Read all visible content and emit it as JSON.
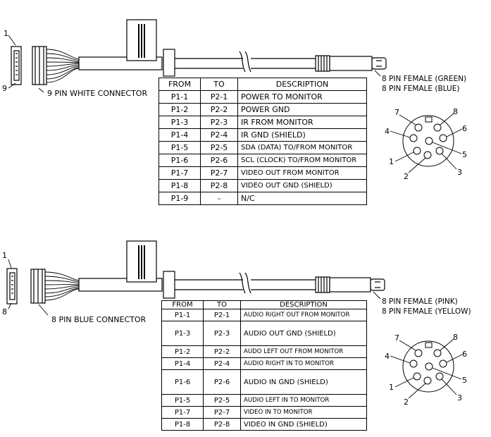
{
  "top": {
    "pin_mark_1": "1",
    "pin_mark_9": "9",
    "connector_label": "9 PIN WHITE CONNECTOR",
    "female_labels": [
      "8 PIN FEMALE (GREEN)",
      "8 PIN FEMALE (BLUE)"
    ],
    "headers": [
      "FROM",
      "TO",
      "DESCRIPTION"
    ],
    "rows": [
      [
        "P1-1",
        "P2-1",
        "POWER TO MONITOR"
      ],
      [
        "P1-2",
        "P2-2",
        "POWER GND"
      ],
      [
        "P1-3",
        "P2-3",
        "IR FROM MONITOR"
      ],
      [
        "P1-4",
        "P2-4",
        "IR GND (SHIELD)"
      ],
      [
        "P1-5",
        "P2-5",
        "SDA (DATA) TO/FROM MONITOR"
      ],
      [
        "P1-6",
        "P2-6",
        "SCL (CLOCK) TO/FROM MONITOR"
      ],
      [
        "P1-7",
        "P2-7",
        "VIDEO OUT FROM MONITOR"
      ],
      [
        "P1-8",
        "P2-8",
        "VIDEO OUT GND (SHIELD)"
      ],
      [
        "P1-9",
        "-",
        "N/C"
      ]
    ],
    "pinout_numbers": [
      "7",
      "8",
      "4",
      "6",
      "5",
      "1",
      "2",
      "3"
    ]
  },
  "bottom": {
    "pin_mark_1": "1",
    "pin_mark_8": "8",
    "connector_label": "8 PIN BLUE CONNECTOR",
    "female_labels": [
      "8 PIN FEMALE (PINK)",
      "8 PIN FEMALE (YELLOW)"
    ],
    "headers": [
      "FROM",
      "TO",
      "DESCRIPTION"
    ],
    "rows": [
      [
        "P1-1",
        "P2-1",
        "AUDIO RIGHT OUT FROM MONITOR"
      ],
      [
        "P1-3",
        "P2-3",
        "AUDIO OUT GND (SHIELD)"
      ],
      [
        "P1-2",
        "P2-2",
        "AUDO LEFT OUT FROM MONITOR"
      ],
      [
        "P1-4",
        "P2-4",
        "AUDIO RIGHT IN TO MONITOR"
      ],
      [
        "P1-6",
        "P2-6",
        "AUDIO IN GND (SHIELD)"
      ],
      [
        "P1-5",
        "P2-5",
        "AUDIO LEFT IN TO MONITOR"
      ],
      [
        "P1-7",
        "P2-7",
        "VIDEO IN TO MONITOR"
      ],
      [
        "P1-8",
        "P2-8",
        "VIDEO IN GND (SHIELD)"
      ]
    ],
    "pinout_numbers": [
      "7",
      "8",
      "4",
      "6",
      "5",
      "1",
      "2",
      "3"
    ]
  }
}
